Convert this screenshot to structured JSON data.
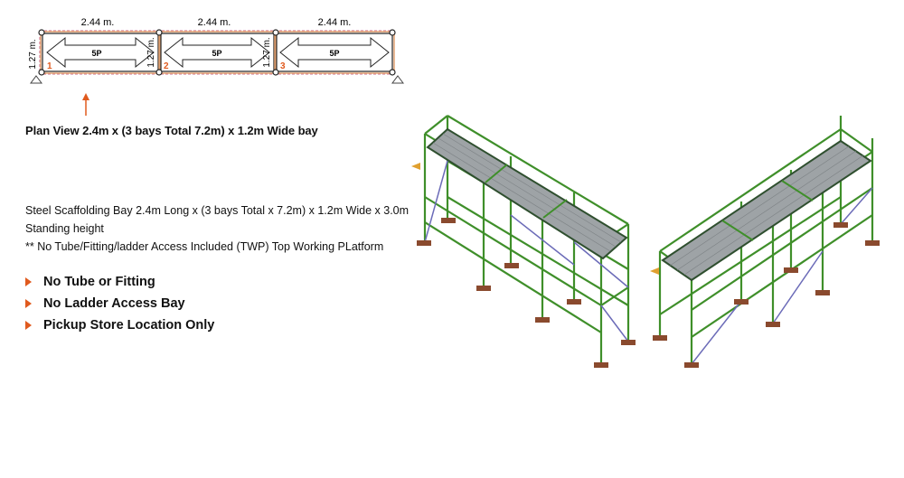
{
  "plan": {
    "bay_width_labels": [
      "2.44 m.",
      "2.44 m.",
      "2.44 m."
    ],
    "bay_depth_labels": [
      "1.27 m.",
      "1.27 m.",
      "1.27 m."
    ],
    "platform_labels": [
      "5P",
      "5P",
      "5P"
    ],
    "bay_numbers": [
      "1",
      "2",
      "3"
    ]
  },
  "caption": "Plan View 2.4m x (3 bays Total 7.2m) x 1.2m Wide bay",
  "description": {
    "line1": "Steel Scaffolding Bay 2.4m Long x (3 bays Total x 7.2m) x 1.2m Wide x 3.0m Standing height",
    "line2": "** No Tube/Fitting/ladder Access Included (TWP) Top Working PLatform"
  },
  "features": [
    "No Tube or Fitting",
    "No Ladder Access Bay",
    "Pickup Store Location Only"
  ],
  "colors": {
    "frame_green": "#3f8f2a",
    "brace_blue": "#6b6bb8",
    "deck_grey": "#9ea3a6",
    "accent_orange": "#e05a1e",
    "base_brown": "#8a4a2e"
  }
}
